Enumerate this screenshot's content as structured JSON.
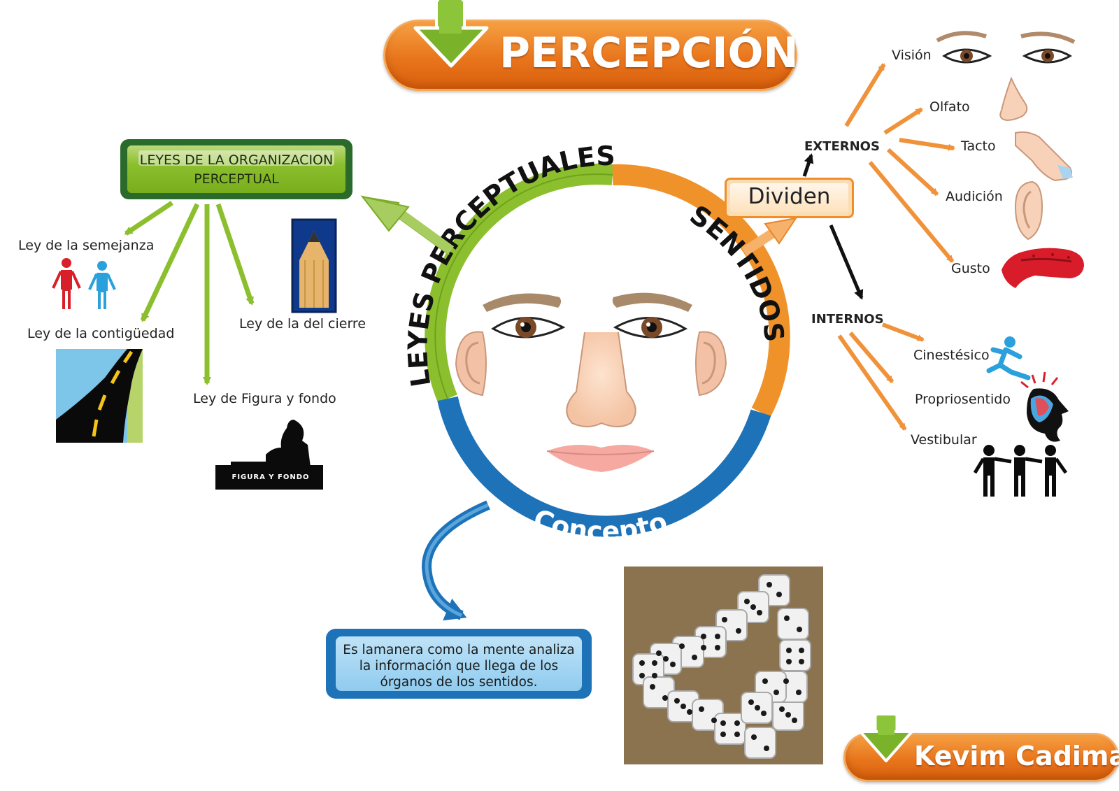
{
  "title": "PERCEPCIÓN",
  "author": "Kevim Cadima",
  "center": {
    "arc_top": "LEYES PERCEPTUALES",
    "arc_right": "SENTIDOS",
    "arc_bottom": "Concepto"
  },
  "leyes": {
    "box_line1": "LEYES DE LA ORGANIZACION",
    "box_line2": "PERCEPTUAL",
    "items": [
      "Ley de la semejanza",
      "Ley de la contigüedad",
      "Ley de Figura y fondo",
      "Ley de la del cierre"
    ],
    "figura_caption": "FIGURA Y FONDO"
  },
  "sentidos": {
    "dividen": "Dividen",
    "externos": {
      "label": "EXTERNOS",
      "items": [
        "Visión",
        "Olfato",
        "Tacto",
        "Audición",
        "Gusto"
      ]
    },
    "internos": {
      "label": "INTERNOS",
      "items": [
        "Cinestésico",
        "Propriosentido",
        "Vestibular"
      ]
    }
  },
  "concepto": {
    "text": "Es lamanera como la mente analiza la información que llega de los órganos de los sentidos."
  },
  "colors": {
    "orange": "#ef8e2a",
    "green": "#8cbf2e",
    "blue": "#1d72b8",
    "dark_green": "#2a6a2a"
  }
}
